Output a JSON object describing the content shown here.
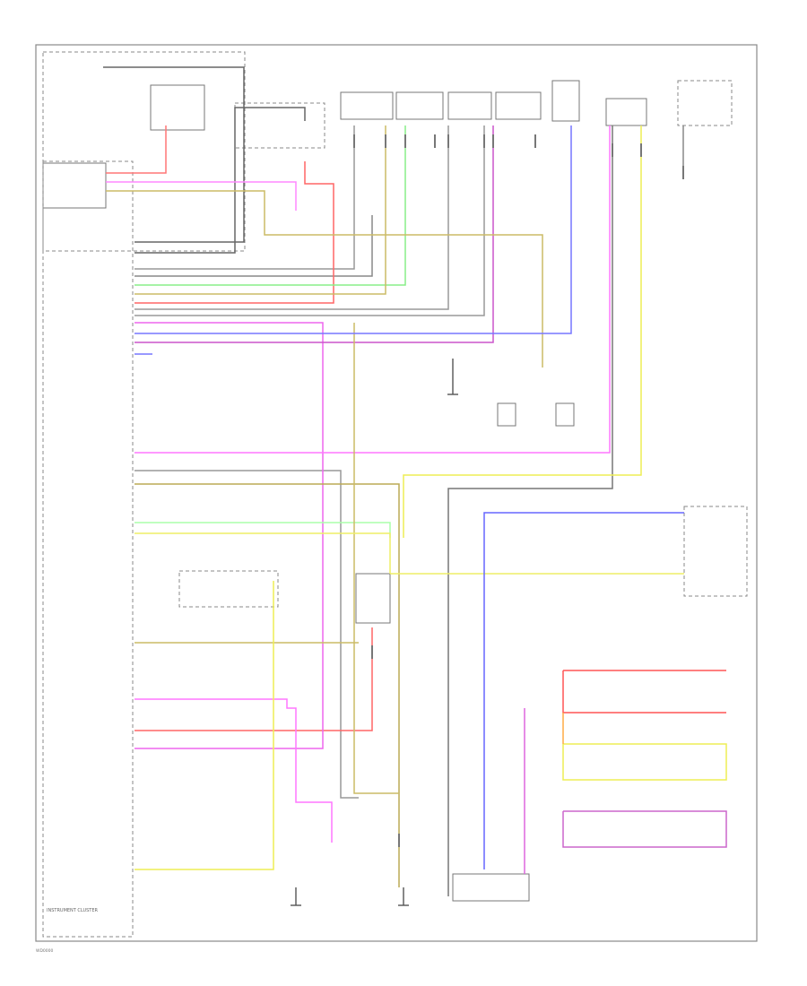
{
  "labels": {
    "instrument_cluster": "INSTRUMENT CLUSTER",
    "page_code": "WD0000"
  },
  "colors": {
    "black": "#444444",
    "gray": "#9a9a9a",
    "red": "#ff6666",
    "pink": "#ff77ff",
    "violet": "#dd55dd",
    "green": "#88ee88",
    "yellow": "#eeee55",
    "tan": "#ccb866",
    "orange": "#ffaa44",
    "blue": "#7777ff",
    "light_green": "#aaffaa"
  },
  "icons": [
    "ground-symbol",
    "resistor-symbol",
    "switch-symbol",
    "connector-symbol"
  ]
}
